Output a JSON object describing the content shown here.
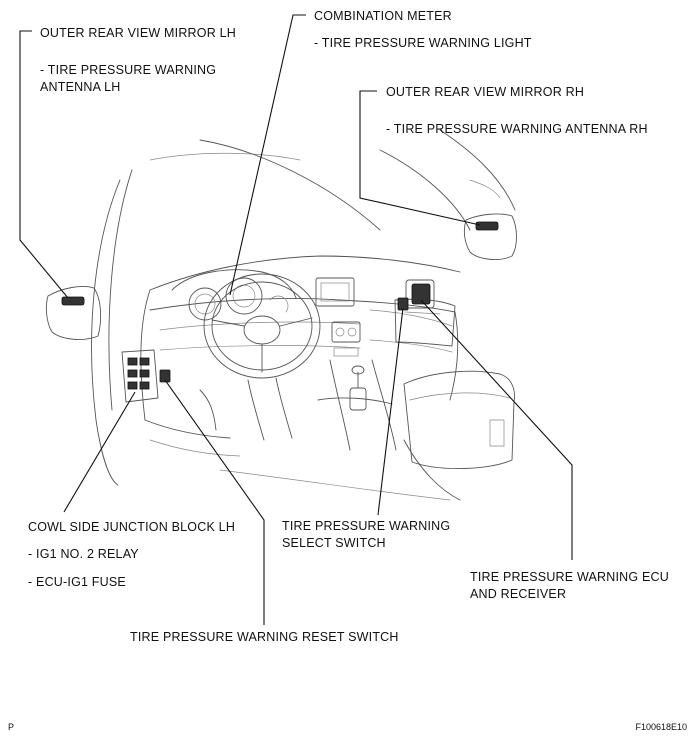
{
  "labels": {
    "outer_mirror_lh": "OUTER REAR VIEW MIRROR LH",
    "antenna_lh_line1": "- TIRE PRESSURE WARNING",
    "antenna_lh_line2": "ANTENNA LH",
    "combination_meter": "COMBINATION METER",
    "warning_light": "- TIRE PRESSURE WARNING LIGHT",
    "outer_mirror_rh": "OUTER REAR VIEW MIRROR RH",
    "antenna_rh": "- TIRE PRESSURE WARNING ANTENNA RH",
    "cowl_junction": "COWL SIDE JUNCTION BLOCK LH",
    "ig1_relay": "- IG1 NO. 2 RELAY",
    "ecu_fuse": "- ECU-IG1 FUSE",
    "select_switch_line1": "TIRE PRESSURE WARNING",
    "select_switch_line2": "SELECT SWITCH",
    "ecu_receiver_line1": "TIRE PRESSURE WARNING ECU",
    "ecu_receiver_line2": "AND RECEIVER",
    "reset_switch": "TIRE PRESSURE WARNING RESET SWITCH"
  },
  "footer": {
    "page_marker": "P",
    "figure_id": "F100618E10"
  }
}
